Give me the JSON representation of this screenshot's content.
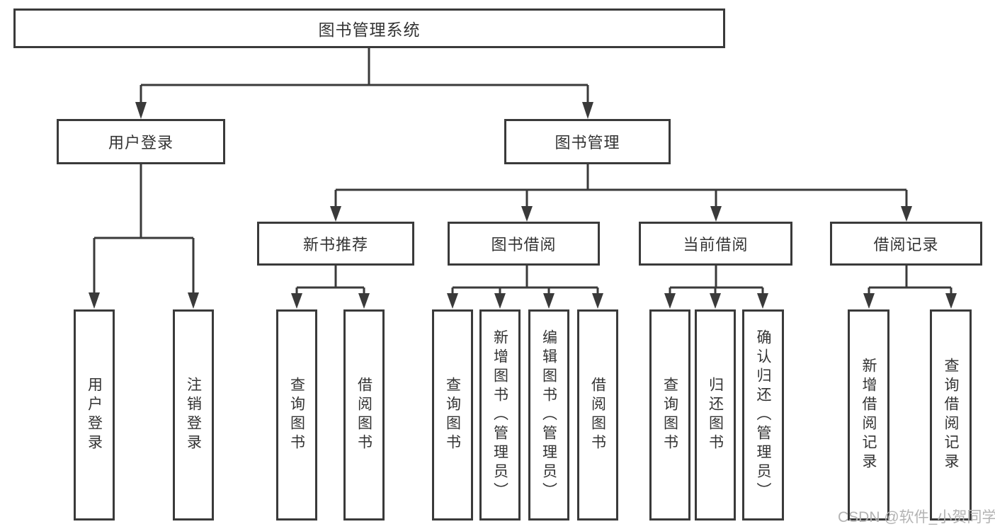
{
  "tree": {
    "root": {
      "label": "图书管理系统"
    },
    "level2": [
      {
        "label": "用户登录",
        "children": [
          {
            "label": "用户登录"
          },
          {
            "label": "注销登录"
          }
        ]
      },
      {
        "label": "图书管理",
        "children": [
          {
            "label": "新书推荐",
            "children": [
              {
                "label": "查询图书"
              },
              {
                "label": "借阅图书"
              }
            ]
          },
          {
            "label": "图书借阅",
            "children": [
              {
                "label": "查询图书"
              },
              {
                "label": "新增图书（管理员）"
              },
              {
                "label": "编辑图书（管理员）"
              },
              {
                "label": "借阅图书"
              }
            ]
          },
          {
            "label": "当前借阅",
            "children": [
              {
                "label": "查询图书"
              },
              {
                "label": "归还图书"
              },
              {
                "label": "确认归还（管理员）"
              }
            ]
          },
          {
            "label": "借阅记录",
            "children": [
              {
                "label": "新增借阅记录"
              },
              {
                "label": "查询借阅记录"
              }
            ]
          }
        ]
      }
    ]
  },
  "watermark": {
    "text": "CSDN @软件_小贺同学"
  },
  "colors": {
    "line": "#3a3a3a",
    "text": "#333333",
    "watermark": "#b3b3b3",
    "background": "#ffffff"
  }
}
